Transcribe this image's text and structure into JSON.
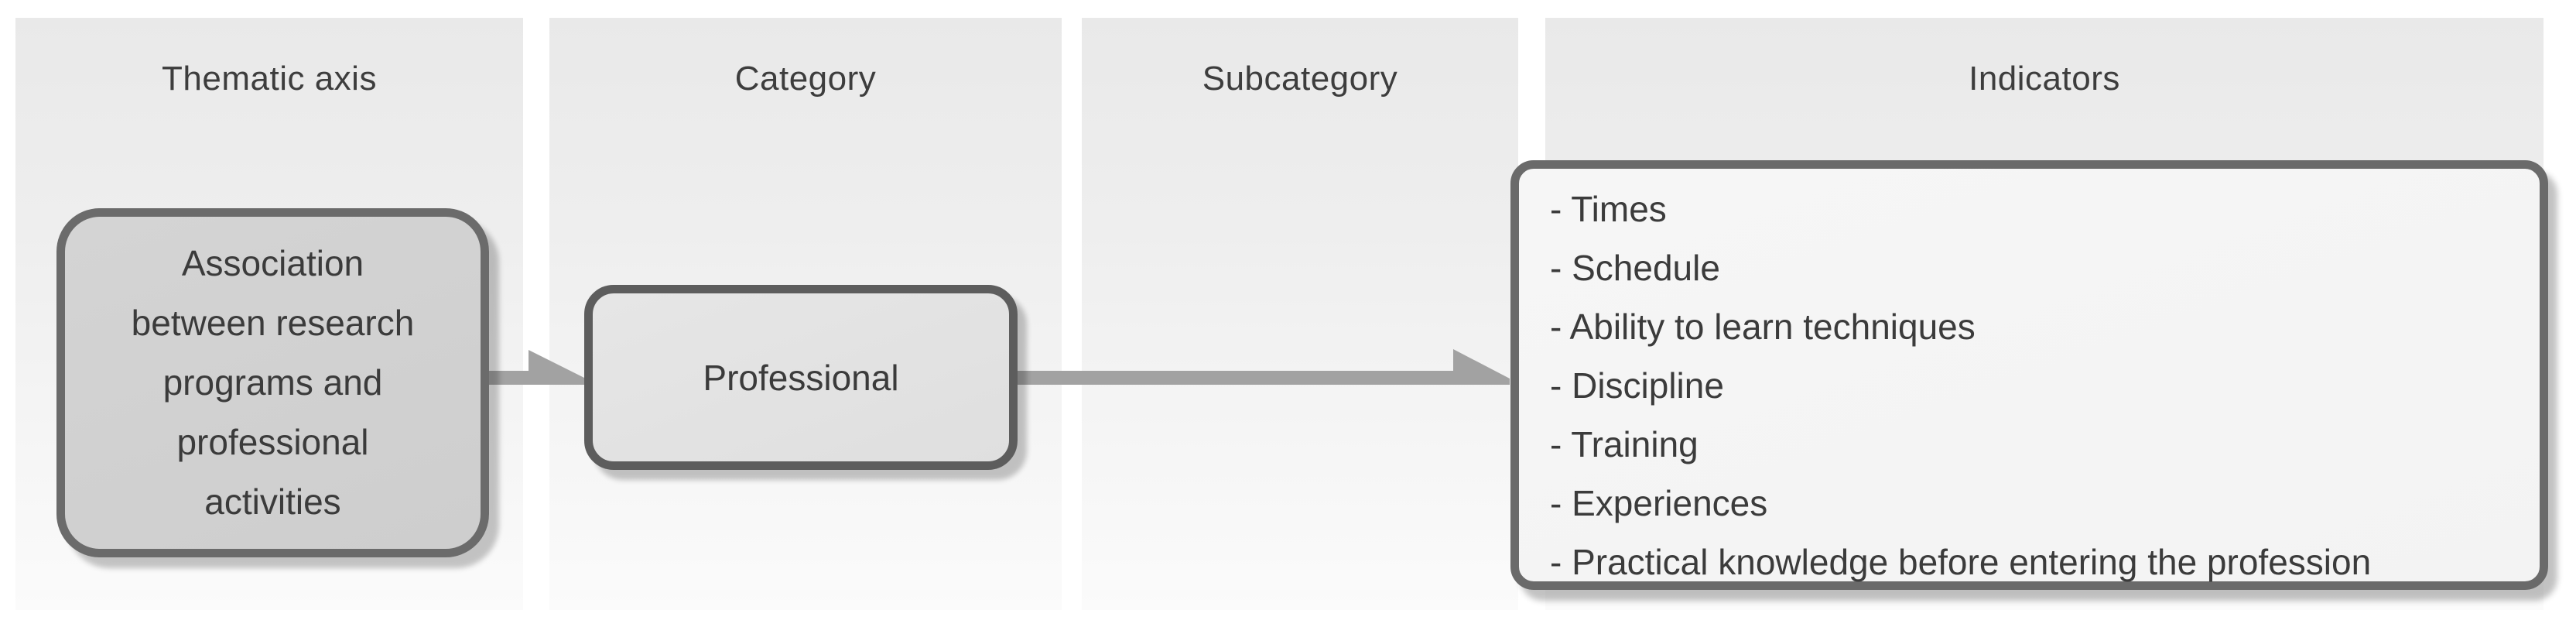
{
  "figure": {
    "type": "flow-diagram",
    "columns": [
      {
        "header": "Thematic axis"
      },
      {
        "header": "Category"
      },
      {
        "header": "Subcategory"
      },
      {
        "header": "Indicators"
      }
    ],
    "nodes": {
      "thematic_axis": {
        "label": "Association between research programs and professional activities",
        "lines": [
          "Association",
          "between research",
          "programs and",
          "professional",
          "activities"
        ]
      },
      "category": {
        "label": "Professional"
      },
      "indicators": {
        "items": [
          "- Times",
          "- Schedule",
          "- Ability to learn techniques",
          "- Discipline",
          "- Training",
          "- Experiences",
          "- Practical knowledge before entering the profession"
        ]
      }
    },
    "connections": [
      {
        "from": "thematic_axis",
        "to": "category"
      },
      {
        "from": "category",
        "to": "indicators"
      }
    ],
    "colors": {
      "panel_top": "#e9e9e9",
      "panel_bottom": "#fbfbfb",
      "node_level1_fill": "#d0d0d0",
      "node_level2_fill": "#e2e2e2",
      "indicators_fill": "#f5f5f5",
      "node_border": "#666666",
      "arrow": "#a2a2a2",
      "text": "#3d3d3d"
    }
  }
}
